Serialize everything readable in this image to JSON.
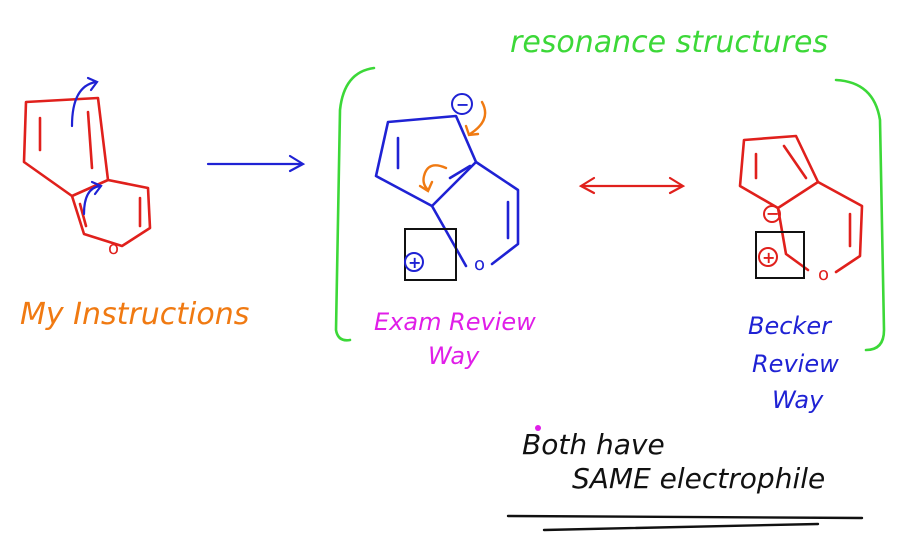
{
  "labels": {
    "title": "resonance structures",
    "my_instructions": "My Instructions",
    "exam_review_line1": "Exam Review",
    "exam_review_line2": "Way",
    "becker_line1": "Becker",
    "becker_line2": "Review",
    "becker_line3": "Way",
    "note_line1": "Both have",
    "note_line2": "SAME electrophile"
  },
  "symbols": {
    "oxygen": "o",
    "negative": "−",
    "positive": "+"
  },
  "colors": {
    "background": "#ffffff",
    "red": "#e0201c",
    "blue": "#1f22d4",
    "green": "#3cd838",
    "orange": "#f07a12",
    "magenta": "#e01ee8",
    "black": "#111111"
  }
}
